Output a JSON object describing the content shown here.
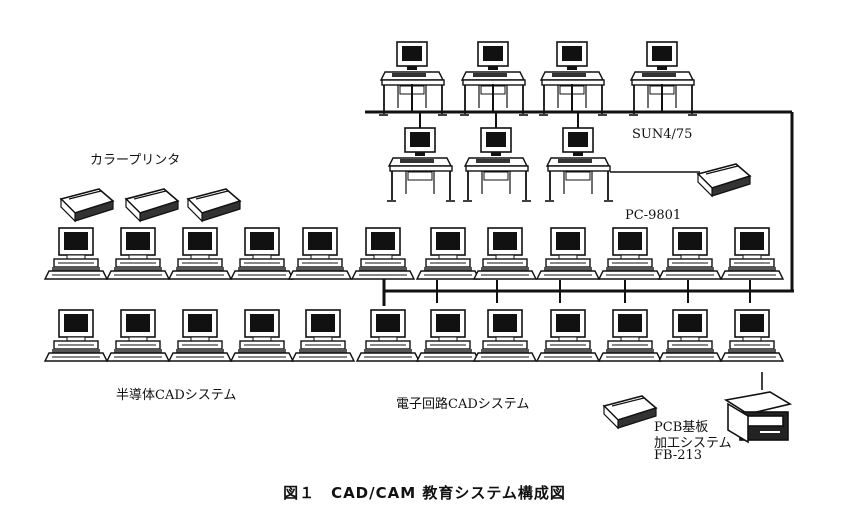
{
  "labels": {
    "color_printer": "カラープリンタ",
    "sun": "SUN4/75",
    "pc": "PC-9801",
    "semi_cad": "半導体CADシステム",
    "elec_cad": "電子回路CADシステム",
    "pcb_line1": "PCB基板",
    "pcb_line2": "加工システム",
    "pcb_line3": "FB-213"
  },
  "caption": "図１　CAD/CAM 教育システム構成図",
  "colors": {
    "line": "#111111",
    "paper": "#ffffff"
  }
}
